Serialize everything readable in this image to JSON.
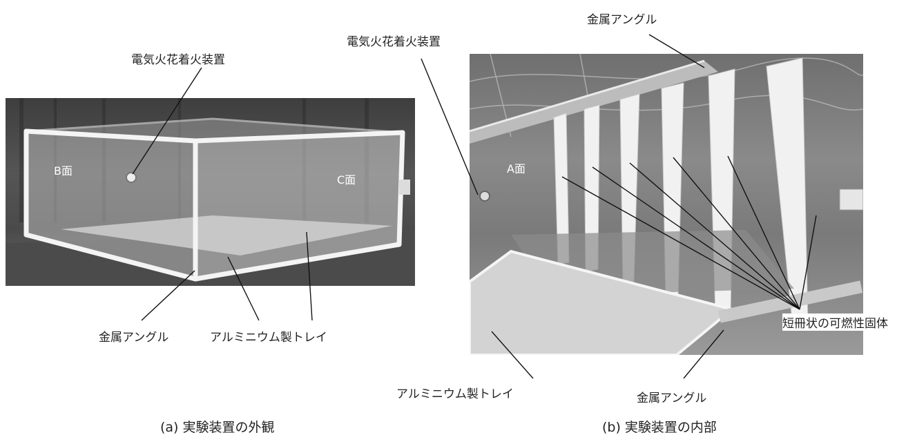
{
  "figure_a": {
    "label_ignition": "電気火花着火装置",
    "label_face_b": "B面",
    "label_face_c": "C面",
    "label_angle": "金属アングル",
    "label_tray": "アルミニウム製トレイ",
    "caption": "(a) 実験装置の外観"
  },
  "figure_b": {
    "label_angle_top": "金属アングル",
    "label_ignition": "電気火花着火装置",
    "label_face_a": "A面",
    "label_strips": "短冊状の可燃性固体",
    "label_tray": "アルミニウム製トレイ",
    "label_angle_bottom": "金属アングル",
    "caption": "(b) 実験装置の内部"
  }
}
